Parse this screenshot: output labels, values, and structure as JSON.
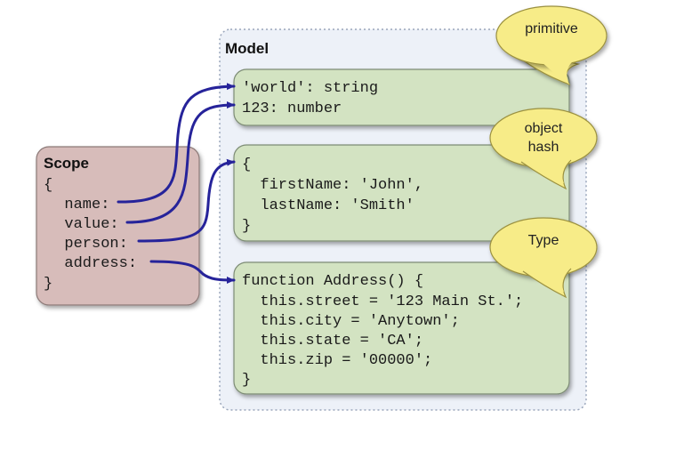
{
  "colors": {
    "model_fill": "#edf1f8",
    "model_border": "#9aa6bb",
    "box_fill": "#d3e3c2",
    "box_border": "#7d8c75",
    "scope_fill": "#d7bcba",
    "scope_border": "#8c7a78",
    "bubble_fill": "#f7ec88",
    "bubble_border": "#9b9140",
    "arrow": "#26239a"
  },
  "model": {
    "title": "Model"
  },
  "scope": {
    "title": "Scope",
    "lines": [
      "{",
      "  name:",
      "  value:",
      "  person:",
      "  address:",
      "}"
    ]
  },
  "primitive_box": {
    "lines": [
      "'world': string",
      "123: number"
    ]
  },
  "object_box": {
    "lines": [
      "{",
      "  firstName: 'John',",
      "  lastName: 'Smith'",
      "}"
    ]
  },
  "type_box": {
    "lines": [
      "function Address() {",
      "  this.street = '123 Main St.';",
      "  this.city = 'Anytown';",
      "  this.state = 'CA';",
      "  this.zip = '00000';",
      "}"
    ]
  },
  "bubbles": {
    "primitive": [
      "primitive"
    ],
    "object": [
      "object",
      "hash"
    ],
    "type": [
      "Type"
    ]
  },
  "arrows": [
    {
      "from": "name",
      "to": "'world': string"
    },
    {
      "from": "value",
      "to": "123: number"
    },
    {
      "from": "person",
      "to": "{"
    },
    {
      "from": "address",
      "to": "function Address() {"
    }
  ]
}
